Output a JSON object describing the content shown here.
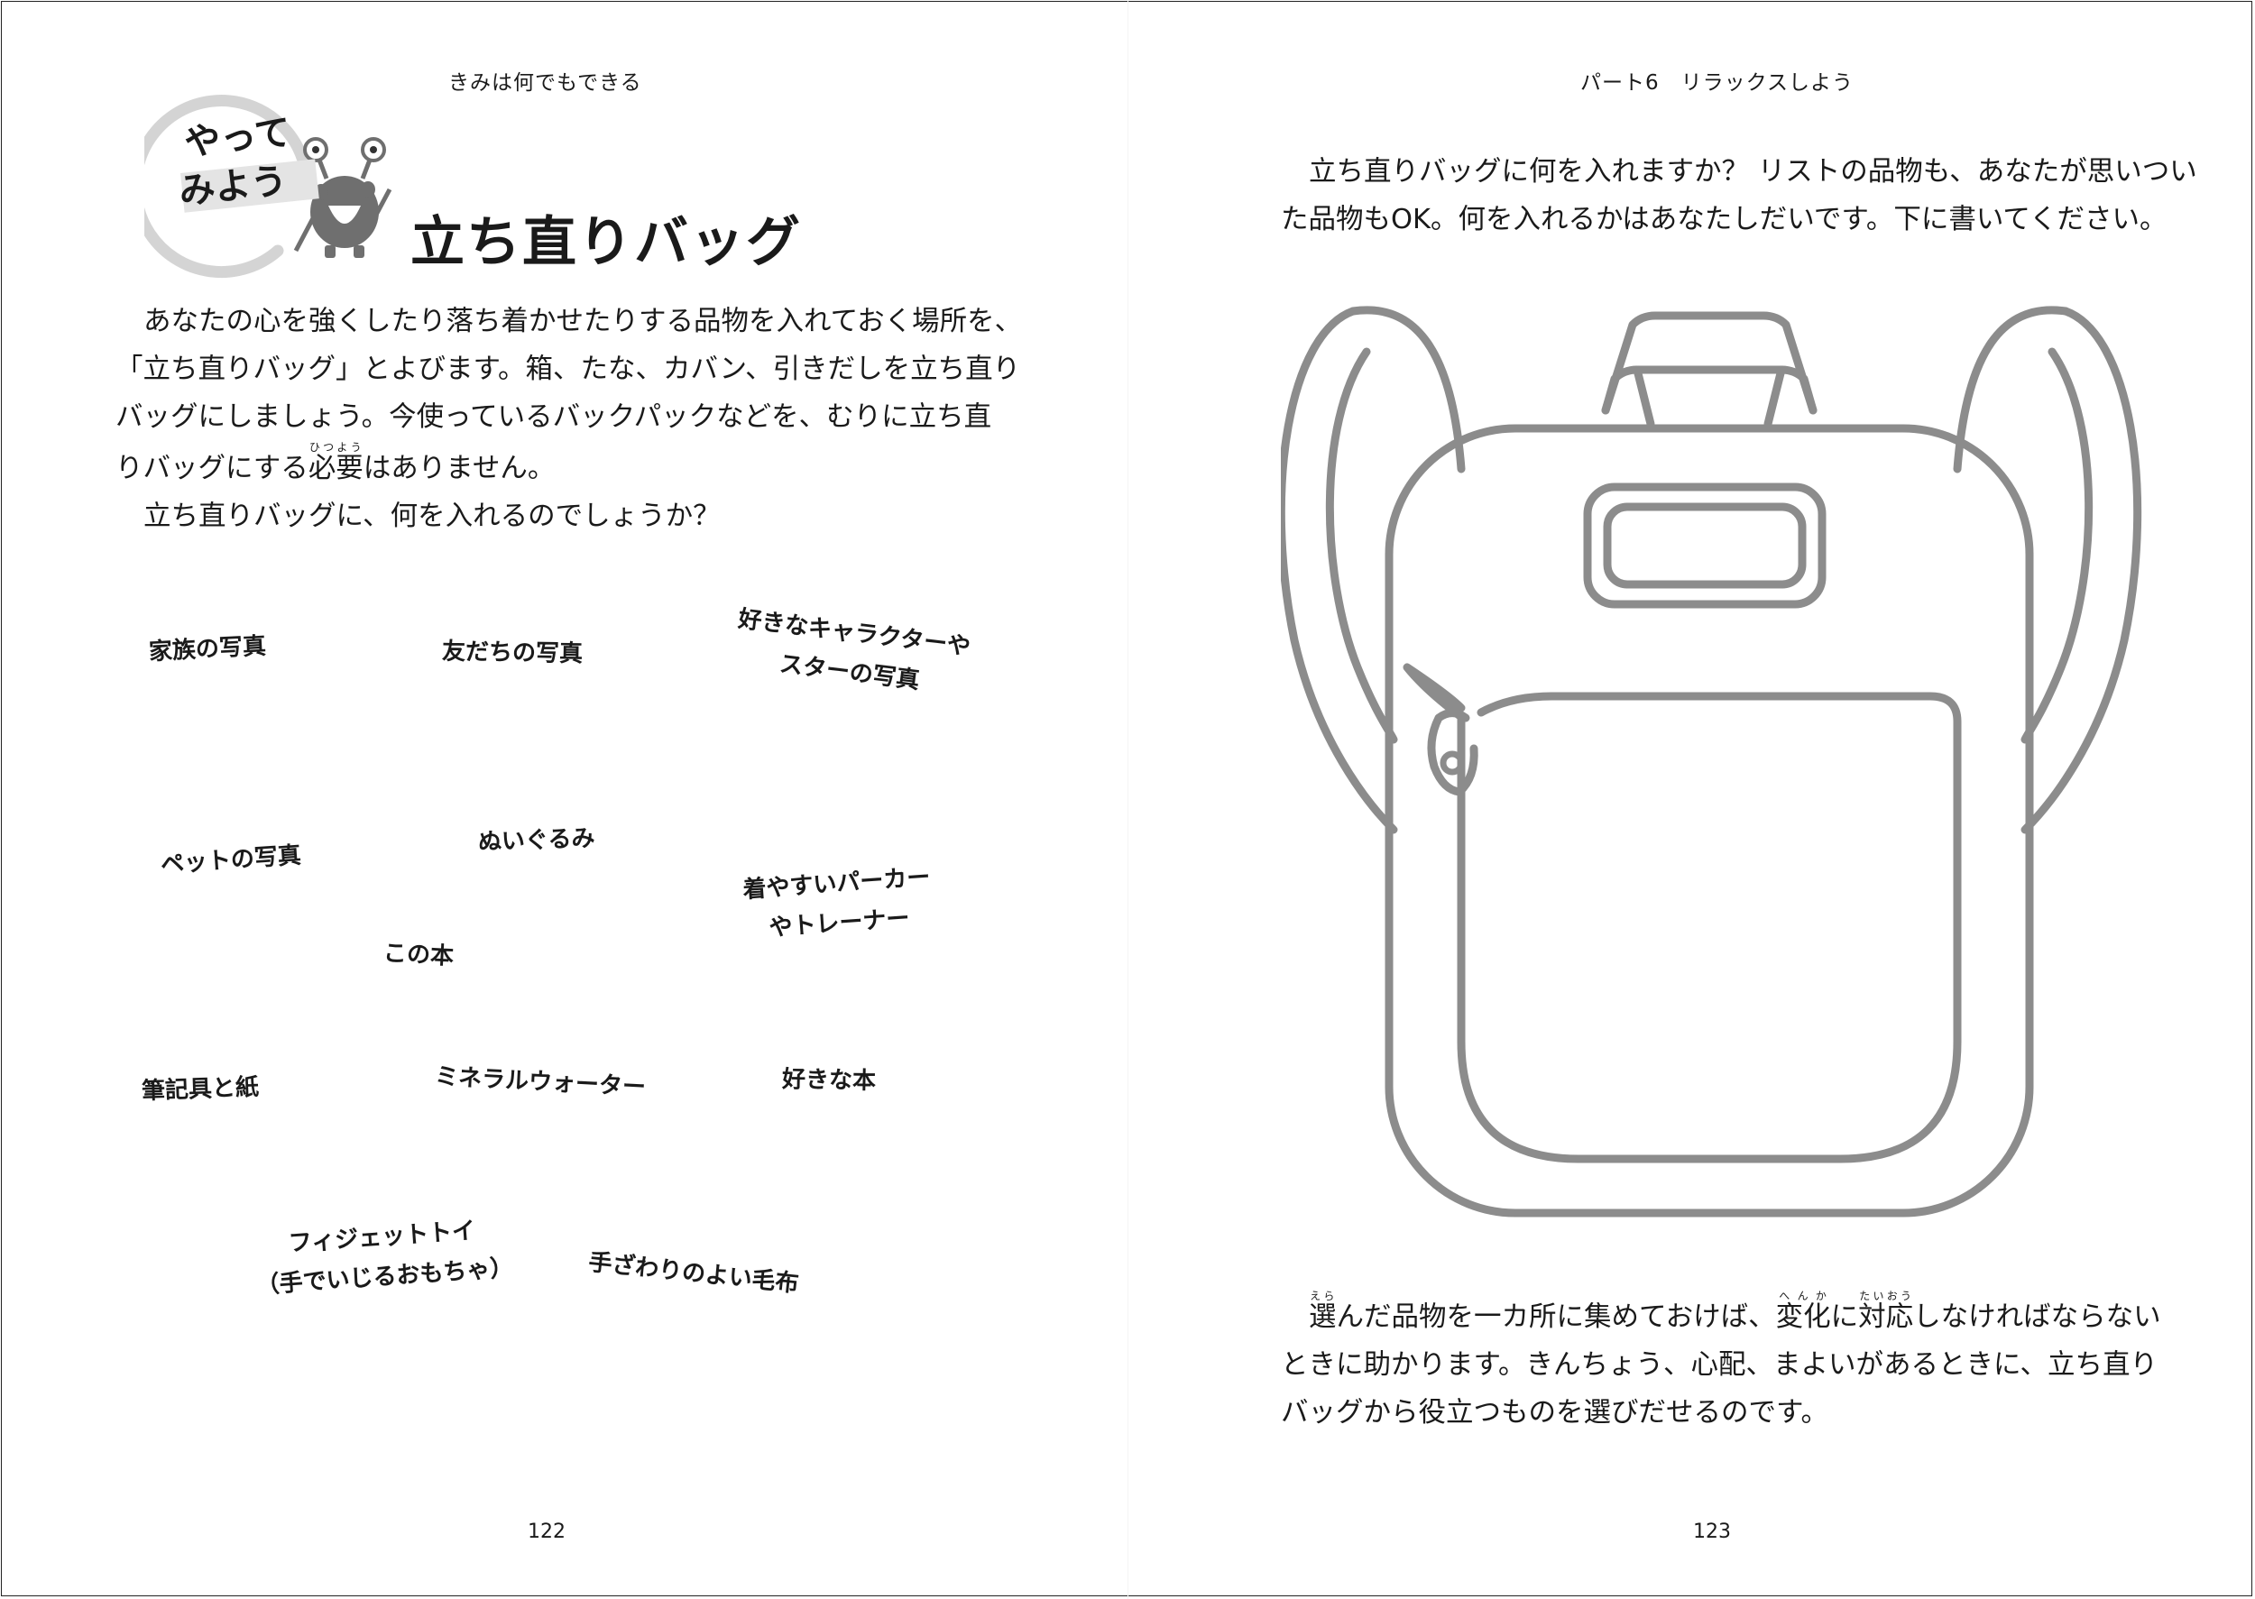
{
  "left_page": {
    "running_head": "きみは何でもできる",
    "badge": {
      "line1": "やって",
      "line2": "みよう"
    },
    "title": "立ち直りバッグ",
    "para1": {
      "line1": "あなたの心を強くしたり落ち着かせたりする品物を入れておく場所を、",
      "line2": "「立ち直りバッグ」とよびます。箱、たな、カバン、引きだしを立ち直り",
      "line3": "バッグにしましょう。今使っているバックパックなどを、むりに立ち直",
      "line4_pre": "りバッグにする",
      "ruby_word": "必要",
      "ruby_reading": "ひつよう",
      "line4_post": "はありません。"
    },
    "para2": "立ち直りバッグに、何を入れるのでしょうか？",
    "items": {
      "family_photo": "家族の写真",
      "friend_photo": "友だちの写真",
      "character_line1": "好きなキャラクターや",
      "character_line2": "スターの写真",
      "pet_photo": "ペットの写真",
      "stuffed_toy": "ぬいぐるみ",
      "hoodie_line1": "着やすいパーカー",
      "hoodie_line2": "やトレーナー",
      "this_book": "この本",
      "stationery": "筆記具と紙",
      "mineral_water": "ミネラルウォーター",
      "favorite_book": "好きな本",
      "fidget_line1": "フィジェットトイ",
      "fidget_line2": "（手でいじるおもちゃ）",
      "blanket": "手ざわりのよい毛布"
    },
    "page_number": "122"
  },
  "right_page": {
    "running_head": "パート6　リラックスしよう",
    "intro_line1": "立ち直りバッグに何を入れますか？ リストの品物も、あなたが思いつい",
    "intro_line2": "た品物もOK。何を入れるかはあなたしだいです。下に書いてください。",
    "outro": {
      "ruby1_word": "選",
      "ruby1_reading": "えら",
      "seg1": "んだ品物を一カ所に集めておけば、",
      "ruby2_word": "変化",
      "ruby2_reading": "へんか",
      "seg2": "に",
      "ruby3_word": "対応",
      "ruby3_reading": "たいおう",
      "seg3": "しなければならない",
      "line2": "ときに助かります。きんちょう、心配、まよいがあるときに、立ち直り",
      "line3": "バッグから役立つものを選びだせるのです。"
    },
    "page_number": "123"
  },
  "colors": {
    "ink": "#1a1a1a",
    "illustration_gray": "#8c8c8c",
    "badge_gray": "#6f6f6f"
  },
  "icons": {
    "mascot": "monster-mascot-icon",
    "backpack": "backpack-outline-illustration"
  }
}
